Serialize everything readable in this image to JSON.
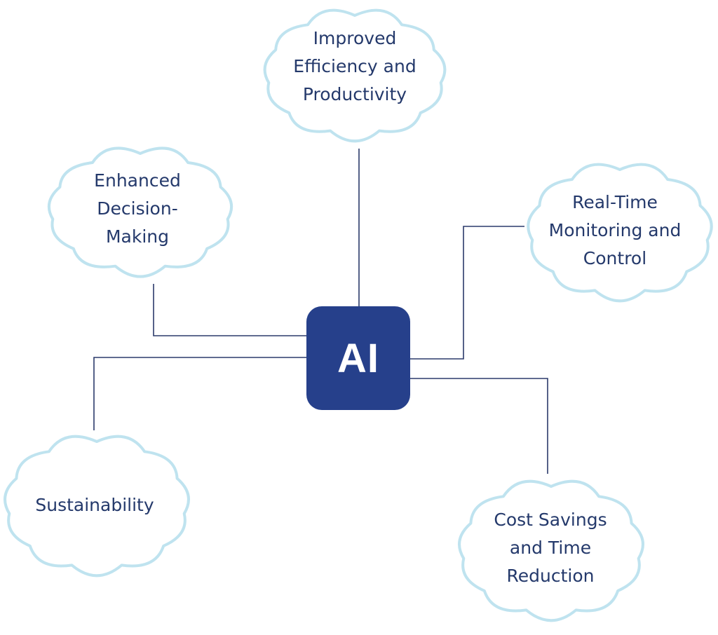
{
  "hub": {
    "label": "AI",
    "fill_color": "#26408b"
  },
  "colors": {
    "connector": "#2b3a6b",
    "cloud_outline": "#bfe3ef",
    "label_text": "#24396b"
  },
  "nodes": [
    {
      "id": "efficiency",
      "lines": [
        "Improved",
        "Efficiency and",
        "Productivity"
      ]
    },
    {
      "id": "decision",
      "lines": [
        "Enhanced",
        "Decision-",
        "Making"
      ]
    },
    {
      "id": "monitoring",
      "lines": [
        "Real-Time",
        "Monitoring and",
        "Control"
      ]
    },
    {
      "id": "sustainability",
      "lines": [
        "Sustainability"
      ]
    },
    {
      "id": "cost",
      "lines": [
        "Cost Savings",
        "and Time",
        "Reduction"
      ]
    }
  ]
}
